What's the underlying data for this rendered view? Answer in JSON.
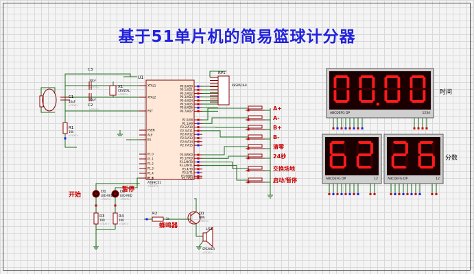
{
  "title": "基于51单片机的简易篮球计分器",
  "mcu": {
    "ref": "U1",
    "part": "AT89C51",
    "left_pins": [
      "XTAL1",
      "XTAL2",
      "RST",
      "PSEN",
      "ALE",
      "EA",
      "P1.0",
      "P1.1",
      "P1.2",
      "P1.3",
      "P1.4",
      "P1.5",
      "P1.6",
      "P1.7"
    ],
    "right_pins": [
      "P0.0/AD0",
      "P0.1/AD1",
      "P0.2/AD2",
      "P0.3/AD3",
      "P0.4/AD4",
      "P0.5/AD5",
      "P0.6/AD6",
      "P0.7/AD7",
      "P2.0/A8",
      "P2.1/A9",
      "P2.2/A10",
      "P2.3/A11",
      "P2.4/A12",
      "P2.5/A13",
      "P2.6/A14",
      "P2.7/A15",
      "P3.0/RXD",
      "P3.1/TXD",
      "P3.2/INT0",
      "P3.3/INT1",
      "P3.4/T0",
      "P3.5/T1",
      "P3.6/WR",
      "P3.7/RD"
    ]
  },
  "components": {
    "c1": {
      "ref": "C1",
      "value": "10uF"
    },
    "c2": {
      "ref": "C2",
      "value": "30pF"
    },
    "c3": {
      "ref": "C3",
      "value": "30pF"
    },
    "x1": {
      "ref": "X1",
      "value": "CRYSTAL"
    },
    "r1": {
      "ref": "R1",
      "value": "10k"
    },
    "r2": {
      "ref": "R2",
      "value": "1k"
    },
    "r3": {
      "ref": "R3",
      "value": "100"
    },
    "r4": {
      "ref": "R4",
      "value": "100"
    },
    "rp1": {
      "ref": "RP1",
      "value": "RESPACK-8"
    },
    "d1": {
      "ref": "D1",
      "value": "LED-RED"
    },
    "d2": {
      "ref": "D2",
      "value": "LED-RED"
    },
    "q1": {
      "ref": "Q1",
      "value": "NPN"
    },
    "ls1": {
      "ref": "LS1",
      "value": "SPEAKER"
    },
    "text_placeholder": "<TEXT>"
  },
  "buttons": [
    "A+",
    "A-",
    "B+",
    "B-",
    "清零",
    "24秒",
    "交换场地",
    "启动/暂停"
  ],
  "labels": {
    "start": "开始",
    "pause": "暂停",
    "buzzer": "蜂鸣器",
    "time": "时间",
    "score": "分数"
  },
  "displays": {
    "time": {
      "digits": "00.00",
      "seg_label": "ABCDEFG  DP",
      "pin_label": "1234"
    },
    "score_a": {
      "digits": "62",
      "seg_label": "ABCDEFG  DP",
      "pin_label": "12"
    },
    "score_b": {
      "digits": "26",
      "seg_label": "ABCDEFG  DP",
      "pin_label": "12"
    }
  },
  "colors": {
    "wire": "#1a6b1a",
    "part_outline": "#8b0000",
    "chip_fill": "#ffe8d8",
    "display_bg": "#1a0000",
    "segment_on": "#ff1a1a",
    "title": "#2222dd",
    "pin_red": "#cc0000",
    "pin_blue": "#1a1aff"
  }
}
